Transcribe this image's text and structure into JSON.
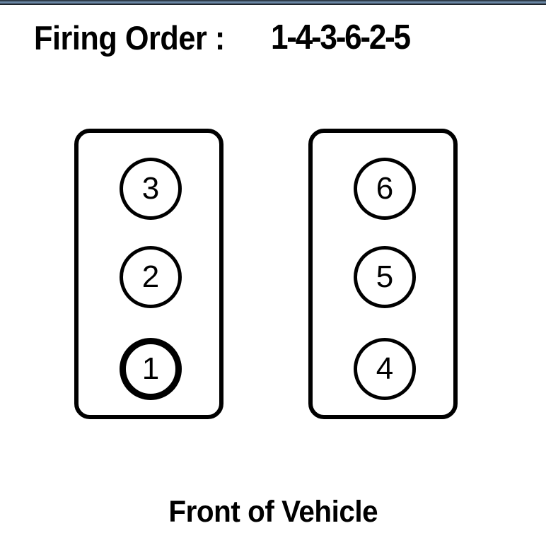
{
  "topbar": {
    "color": "#6a87a5"
  },
  "heading": {
    "label": "Firing Order :",
    "sequence": "1-4-3-6-2-5"
  },
  "diagram": {
    "type": "engine-firing-order",
    "banks": [
      {
        "name": "left-bank",
        "cylinders": [
          {
            "number": "3",
            "position": "top",
            "highlighted": false
          },
          {
            "number": "2",
            "position": "middle",
            "highlighted": false
          },
          {
            "number": "1",
            "position": "bottom",
            "highlighted": true
          }
        ]
      },
      {
        "name": "right-bank",
        "cylinders": [
          {
            "number": "6",
            "position": "top",
            "highlighted": false
          },
          {
            "number": "5",
            "position": "middle",
            "highlighted": false
          },
          {
            "number": "4",
            "position": "bottom",
            "highlighted": false
          }
        ]
      }
    ]
  },
  "footer": {
    "label": "Front of Vehicle"
  }
}
